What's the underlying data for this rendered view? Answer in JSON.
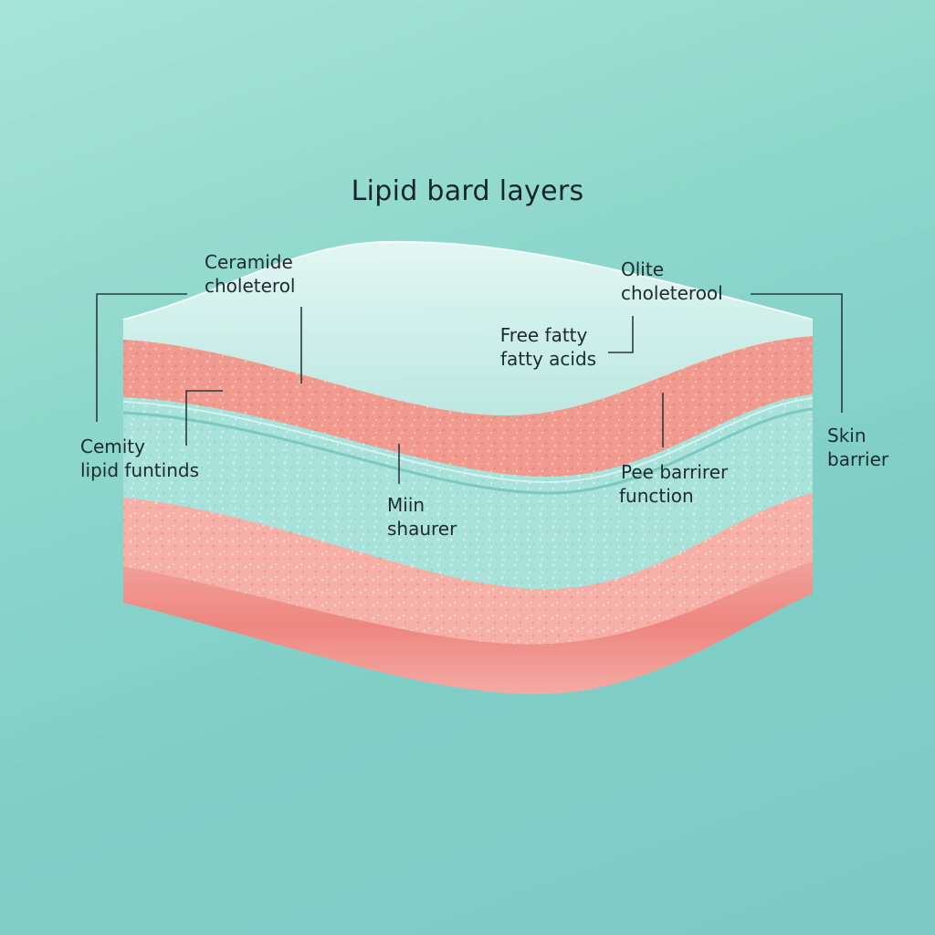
{
  "title": "Lipid bard layers",
  "labels": {
    "ceramide": {
      "line1": "Ceramide",
      "line2": "choleterol"
    },
    "olite": {
      "line1": "Olite",
      "line2": "choleterool"
    },
    "free_fatty": {
      "line1": "Free fatty",
      "line2": "fatty acids"
    },
    "cemity": {
      "line1": "Cemity",
      "line2": "lipid funtinds"
    },
    "skin_barrier": {
      "line1": "Skin",
      "line2": "barrier"
    },
    "pee_barrier": {
      "line1": "Pee barrirer",
      "line2": "function"
    },
    "miin": {
      "line1": "Miin",
      "line2": "shaurer"
    }
  },
  "colors": {
    "background_top": "#a6e4d9",
    "background_bottom": "#7ccbc5",
    "top_layer": "#c9eee7",
    "salmon_layer": "#f0958c",
    "aqua_layer": "#a9e3dc",
    "lower_salmon_layer": "#f5aca3",
    "base_band": "#ef8a84",
    "leader_line": "#2b3a3e"
  }
}
